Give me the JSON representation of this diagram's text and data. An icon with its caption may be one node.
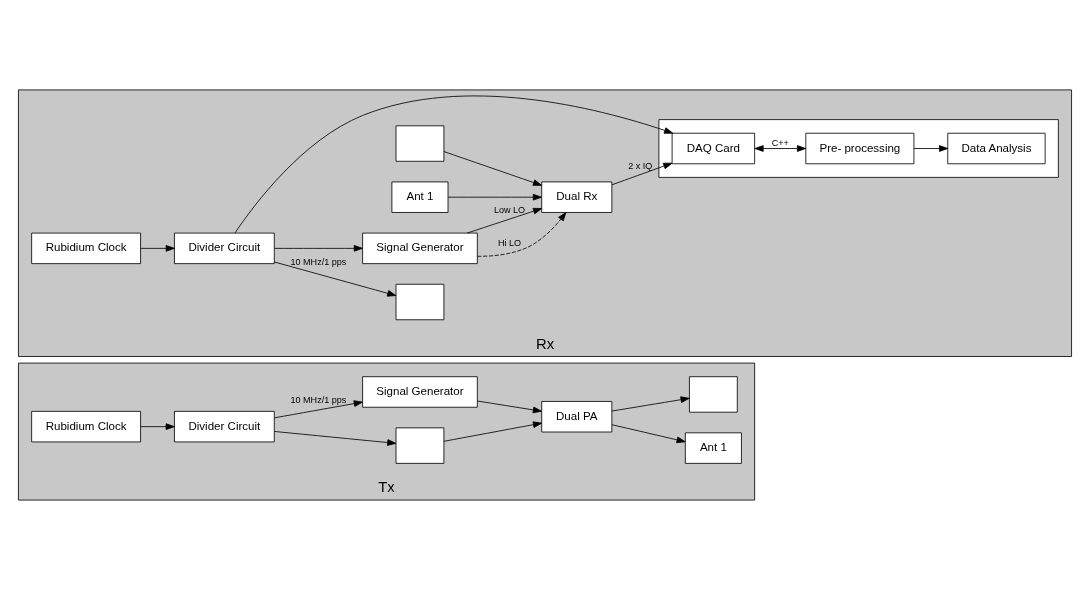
{
  "diagram": {
    "nodes": [
      {
        "text": [
          "Tx"
        ]
      },
      {
        "text": [
          "Dual PA"
        ],
        "in": 0
      },
      {
        "text": [],
        "shape": "box",
        "in": 0
      },
      {
        "text": [
          "Ant 1"
        ],
        "in": 0
      },
      {
        "text": [],
        "shape": "box",
        "in": 0
      },
      {
        "text": [
          "Signal Generator"
        ],
        "in": 0
      },
      {
        "text": [
          "Divider Circuit"
        ],
        "in": 0
      },
      {
        "text": [
          "Rubidium Clock"
        ],
        "in": 0
      },
      {
        "text": [
          "Rx"
        ]
      },
      {
        "text": [],
        "shape": "box",
        "in": 8
      },
      {
        "text": [
          "Ant 1"
        ],
        "in": 8
      },
      {
        "text": [
          "Dual Rx"
        ],
        "in": 8
      },
      {
        "text": [],
        "shape": "box",
        "in": 8
      },
      {
        "text": [
          "Signal Generator"
        ],
        "in": 8
      },
      {
        "text": [
          "Rubidium Clock"
        ],
        "in": 8
      },
      {
        "text": [
          "Divider Circuit"
        ],
        "in": 8
      },
      {
        "text": [],
        "shape": "box",
        "in": 8
      },
      {
        "text": [
          "DAQ Card"
        ],
        "in": 16
      },
      {
        "text": [
          "Pre- processing"
        ],
        "in": 16
      },
      {
        "text": [
          "Data Analysis"
        ],
        "in": 16
      }
    ],
    "edges": [
      {
        "from": 1,
        "to": 4,
        "arrow": "to"
      },
      {
        "from": 1,
        "to": 3,
        "arrow": "to"
      },
      {
        "from": 2,
        "to": 1,
        "arrow": "to"
      },
      {
        "from": 5,
        "to": 1,
        "arrow": "to"
      },
      {
        "from": 6,
        "to": 2,
        "arrow": "to"
      },
      {
        "from": 6,
        "to": 5,
        "arrow": "to",
        "label": "10 MHz/1 pps"
      },
      {
        "from": 7,
        "to": 6,
        "arrow": "to"
      },
      {
        "from": 9,
        "to": 11,
        "arrow": "to"
      },
      {
        "from": 10,
        "to": 11,
        "arrow": "to"
      },
      {
        "from": 13,
        "to": 11,
        "arrow": "to",
        "label": "Hi LO",
        "style": "dashed"
      },
      {
        "from": 13,
        "to": 11,
        "arrow": "to",
        "label": "Low LO"
      },
      {
        "from": 11,
        "to": 17,
        "arrow": "to",
        "label": "2 x IQ"
      },
      {
        "from": 14,
        "to": 15,
        "arrow": "to"
      },
      {
        "from": 15,
        "to": 12,
        "arrow": "to",
        "label": "10 MHz/1 pps"
      },
      {
        "from": 15,
        "to": 13,
        "arrow": "to"
      },
      {
        "from": 15,
        "to": 17,
        "arrow": "to"
      },
      {
        "from": 17,
        "to": 18,
        "arrow": "both",
        "label": "C++"
      },
      {
        "from": 18,
        "to": 19,
        "arrow": "to"
      }
    ]
  }
}
